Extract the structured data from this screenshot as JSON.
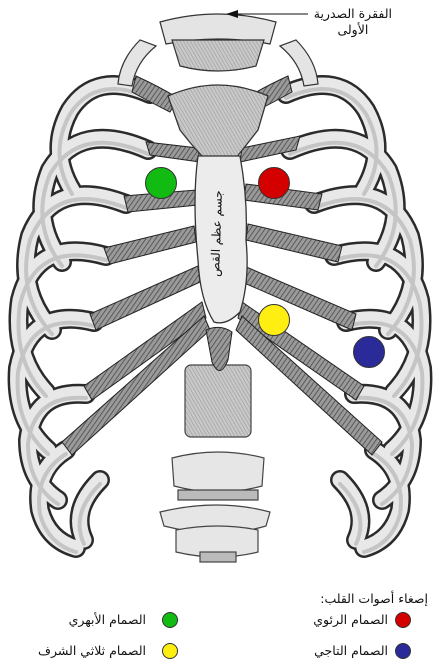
{
  "annotation": {
    "vertebra_label_line1": "الفقرة الصدرية",
    "vertebra_label_line2": "الأولى",
    "sternum_label": "جسم عظم القص"
  },
  "legend": {
    "title": "إصغاء أصوات القلب:",
    "items": [
      {
        "label": "الصمام الرئوي",
        "color": "#d40000"
      },
      {
        "label": "الصمام الأبهري",
        "color": "#11bb11"
      },
      {
        "label": "الصمام التاجي",
        "color": "#2a2a99"
      },
      {
        "label": "الصمام ثلاثي الشرف",
        "color": "#ffee11"
      }
    ]
  },
  "auscultation_points": [
    {
      "name": "pulmonary-valve-marker",
      "color": "#d40000"
    },
    {
      "name": "aortic-valve-marker",
      "color": "#11bb11"
    },
    {
      "name": "mitral-valve-marker",
      "color": "#2a2a99"
    },
    {
      "name": "tricuspid-valve-marker",
      "color": "#ffee11"
    }
  ]
}
